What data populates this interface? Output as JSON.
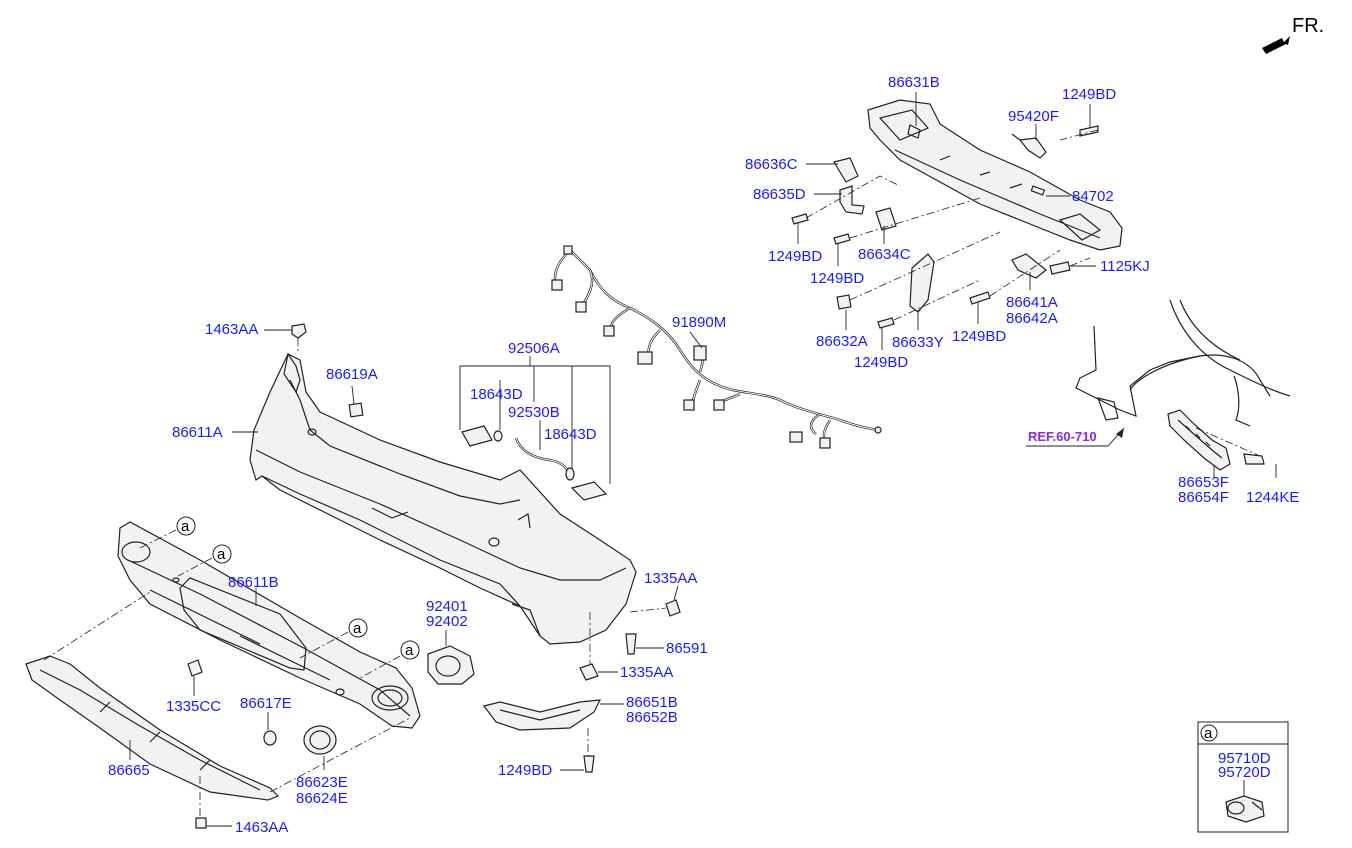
{
  "orientation": {
    "text": "FR."
  },
  "reference": {
    "text": "REF.60-710"
  },
  "inset": {
    "marker": "a",
    "label_1": "95710D",
    "label_2": "95720D"
  },
  "callouts": {
    "l86631B": "86631B",
    "l1249BD_a": "1249BD",
    "l95420F": "95420F",
    "l86636C": "86636C",
    "l86635D": "86635D",
    "l84702": "84702",
    "l1249BD_b": "1249BD",
    "l86634C": "86634C",
    "l1249BD_c": "1249BD",
    "l1125KJ": "1125KJ",
    "l86641A": "86641A",
    "l86642A": "86642A",
    "l86632A": "86632A",
    "l86633Y": "86633Y",
    "l1249BD_d": "1249BD",
    "l1249BD_e": "1249BD",
    "l91890M": "91890M",
    "l92506A": "92506A",
    "l18643D_a": "18643D",
    "l92530B": "92530B",
    "l18643D_b": "18643D",
    "l1463AA_a": "1463AA",
    "l86619A": "86619A",
    "l86611A": "86611A",
    "l86611B": "86611B",
    "l1335AA_a": "1335AA",
    "l92401": "92401",
    "l92402": "92402",
    "l86591": "86591",
    "l1335AA_b": "1335AA",
    "l86651B": "86651B",
    "l86652B": "86652B",
    "l1249BD_f": "1249BD",
    "l1335CC": "1335CC",
    "l86617E": "86617E",
    "l86623E": "86623E",
    "l86624E": "86624E",
    "l86665": "86665",
    "l1463AA_b": "1463AA",
    "l86653F": "86653F",
    "l86654F": "86654F",
    "l1244KE": "1244KE",
    "marker_1": "a",
    "marker_2": "a",
    "marker_3": "a",
    "marker_4": "a"
  }
}
